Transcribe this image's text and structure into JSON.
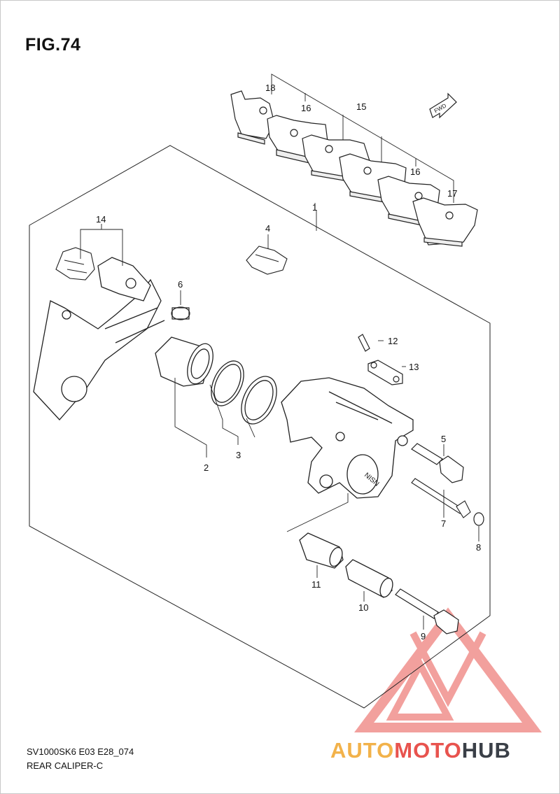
{
  "figure": {
    "title": "FIG.74",
    "code": "SV1000SK6 E03 E28_074",
    "caption": "REAR CALIPER-C"
  },
  "direction_tag": "FWD",
  "callouts": {
    "c1": "1",
    "c2": "2",
    "c3": "3",
    "c4": "4",
    "c5": "5",
    "c6": "6",
    "c7": "7",
    "c8": "8",
    "c9": "9",
    "c10": "10",
    "c11": "11",
    "c12": "12",
    "c13": "13",
    "c14": "14",
    "c15": "15",
    "c16a": "16",
    "c16b": "16",
    "c17": "17",
    "c18": "18"
  },
  "watermark": {
    "part1": "AUTO",
    "part2": "MOTO",
    "part3": "HUB",
    "colors": {
      "auto": "#f2b24a",
      "moto": "#e8534e",
      "hub": "#3a3f47"
    }
  }
}
